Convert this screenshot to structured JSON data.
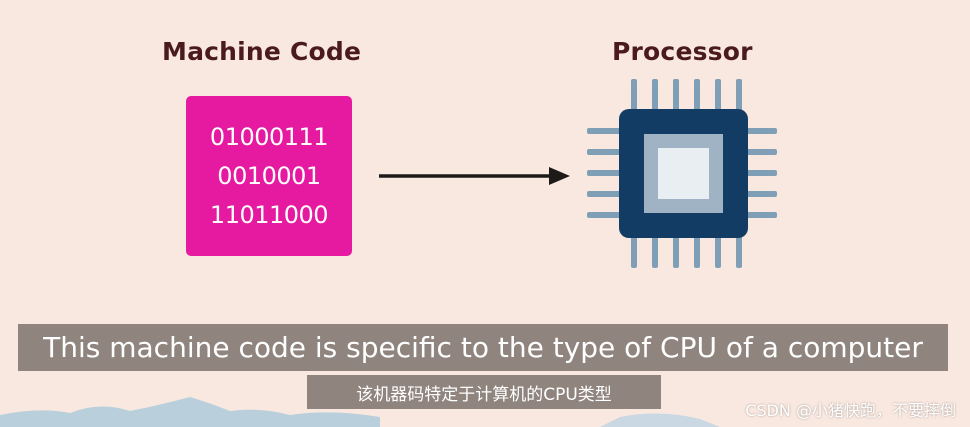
{
  "slide": {
    "machine_code_title": "Machine Code",
    "processor_title": "Processor",
    "machine_code_lines": [
      "01000111",
      "0010001",
      "11011000"
    ],
    "arrow_icon": "right-arrow-icon",
    "processor_icon": "cpu-chip-icon"
  },
  "subtitles": {
    "english": "This machine code is specific to the type of CPU of a computer",
    "chinese": "该机器码特定于计算机的CPU类型"
  },
  "watermark": "CSDN @小猪快跑，不要摔倒",
  "colors": {
    "background": "#f9e8df",
    "code_box": "#e61aa1",
    "chip_body": "#123c63",
    "chip_pins": "#7f9fb6",
    "heading_text": "#4a1a1f"
  }
}
